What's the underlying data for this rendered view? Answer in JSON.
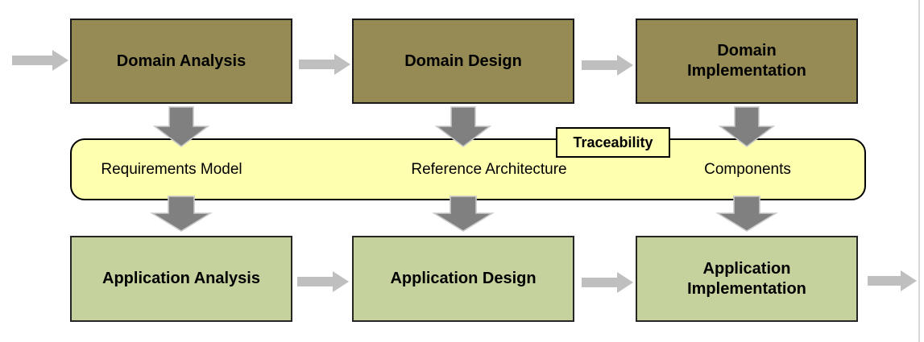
{
  "colors": {
    "domain_box_fill": "#968B55",
    "domain_box_border": "#1a1a1a",
    "application_box_fill": "#C5D29E",
    "application_box_border": "#262626",
    "band_fill": "#FFFFB0",
    "label_fill": "#FFFFB0",
    "band_border": "#000000",
    "horizontal_arrow": "#BFBFBF",
    "vertical_arrow": "#808080",
    "vertical_arrow_outline": "#C9C9C9",
    "page_edge": "#D8D8D8"
  },
  "top_row": {
    "boxes": [
      {
        "label": "Domain Analysis"
      },
      {
        "label": "Domain Design"
      },
      {
        "label": "Domain Implementation"
      }
    ]
  },
  "middle_band": {
    "tag": "Traceability",
    "items": [
      {
        "label": "Requirements Model"
      },
      {
        "label": "Reference Architecture"
      },
      {
        "label": "Components"
      }
    ]
  },
  "bottom_row": {
    "boxes": [
      {
        "label": "Application Analysis"
      },
      {
        "label": "Application Design"
      },
      {
        "label": "Application Implementation"
      }
    ]
  }
}
